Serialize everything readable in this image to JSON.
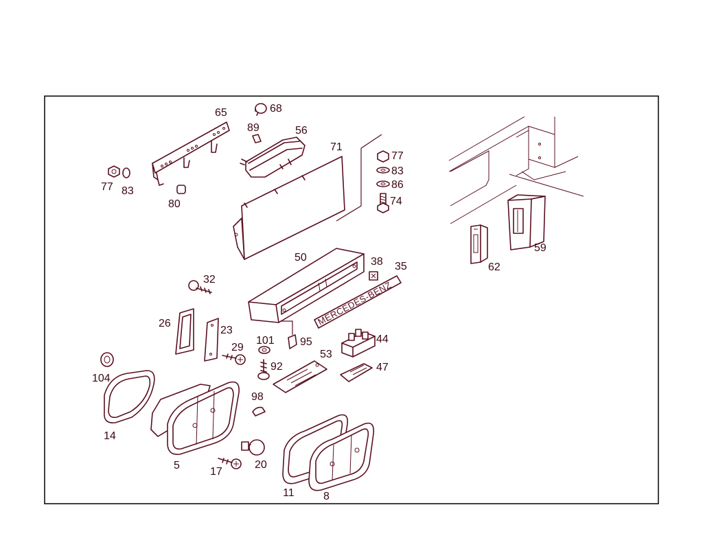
{
  "diagram": {
    "frame_color": "#000000",
    "line_color": "#5a1020",
    "callouts": [
      {
        "id": "c65",
        "text": "65"
      },
      {
        "id": "c68",
        "text": "68"
      },
      {
        "id": "c89",
        "text": "89"
      },
      {
        "id": "c56",
        "text": "56"
      },
      {
        "id": "c71",
        "text": "71"
      },
      {
        "id": "c77a",
        "text": "77"
      },
      {
        "id": "c83a",
        "text": "83"
      },
      {
        "id": "c86",
        "text": "86"
      },
      {
        "id": "c74",
        "text": "74"
      },
      {
        "id": "c77b",
        "text": "77"
      },
      {
        "id": "c83b",
        "text": "83"
      },
      {
        "id": "c80",
        "text": "80"
      },
      {
        "id": "c50",
        "text": "50"
      },
      {
        "id": "c38",
        "text": "38"
      },
      {
        "id": "c35",
        "text": "35"
      },
      {
        "id": "c59",
        "text": "59"
      },
      {
        "id": "c62",
        "text": "62"
      },
      {
        "id": "c32",
        "text": "32"
      },
      {
        "id": "c26",
        "text": "26"
      },
      {
        "id": "c23",
        "text": "23"
      },
      {
        "id": "c29",
        "text": "29"
      },
      {
        "id": "c101",
        "text": "101"
      },
      {
        "id": "c95",
        "text": "95"
      },
      {
        "id": "c44",
        "text": "44"
      },
      {
        "id": "c53",
        "text": "53"
      },
      {
        "id": "c92",
        "text": "92"
      },
      {
        "id": "c47",
        "text": "47"
      },
      {
        "id": "c104",
        "text": "104"
      },
      {
        "id": "c98",
        "text": "98"
      },
      {
        "id": "c14",
        "text": "14"
      },
      {
        "id": "c5",
        "text": "5"
      },
      {
        "id": "c17",
        "text": "17"
      },
      {
        "id": "c20",
        "text": "20"
      },
      {
        "id": "c11",
        "text": "11"
      },
      {
        "id": "c8",
        "text": "8"
      }
    ],
    "emblem_text": "MERCEDES-BENZ"
  }
}
